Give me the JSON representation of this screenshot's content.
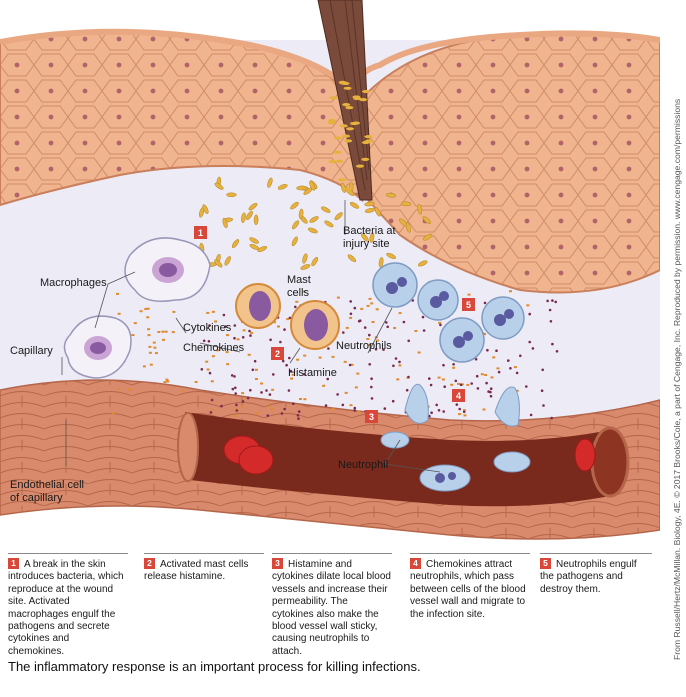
{
  "labels": {
    "bacteria": "Bacteria at\ninjury site",
    "macrophages": "Macrophages",
    "cytokines": "Cytokines",
    "chemokines": "Chemokines",
    "mast_cells": "Mast\ncells",
    "histamine": "Histamine",
    "neutrophils": "Neutrophils",
    "neutrophil": "Neutrophil",
    "capillary": "Capillary",
    "endothelial": "Endothelial cell\nof capillary"
  },
  "steps": [
    {
      "num": "1",
      "text": "A break in the skin introduces bacteria, which reproduce at the wound site. Activated macrophages engulf the pathogens and secrete cytokines and chemokines."
    },
    {
      "num": "2",
      "text": "Activated mast cells release histamine."
    },
    {
      "num": "3",
      "text": "Histamine and cytokines dilate local blood vessels and increase their permeability. The cytokines also make the blood vessel wall sticky, causing neutrophils to attach."
    },
    {
      "num": "4",
      "text": "Chemokines attract neutrophils, which pass between cells of the blood vessel wall and migrate to the infection site."
    },
    {
      "num": "5",
      "text": "Neutrophils engulf the pathogens and destroy them."
    }
  ],
  "caption": "The inflammatory response is an important process for killing infections.",
  "credit": "From Russell/Hertz/McMillan. Biology, 4E. © 2017 Brooks/Cole, a part of Cengage, Inc. Reproduced by permission. www.cengage.com/permissions",
  "colors": {
    "skin": "#f0b48e",
    "skin_line": "#c97f5c",
    "tissue": "#ecebf6",
    "vessel": "#d98a6c",
    "blood": "#7a2a1c",
    "rbc": "#d42a2a",
    "bacteria": "#e6b13c",
    "cytokine": "#e08a2c",
    "histamine": "#7a2a4a",
    "neutrophil": "#b9d0ea",
    "mast": "#f3c38c",
    "badge": "#d9463a"
  }
}
